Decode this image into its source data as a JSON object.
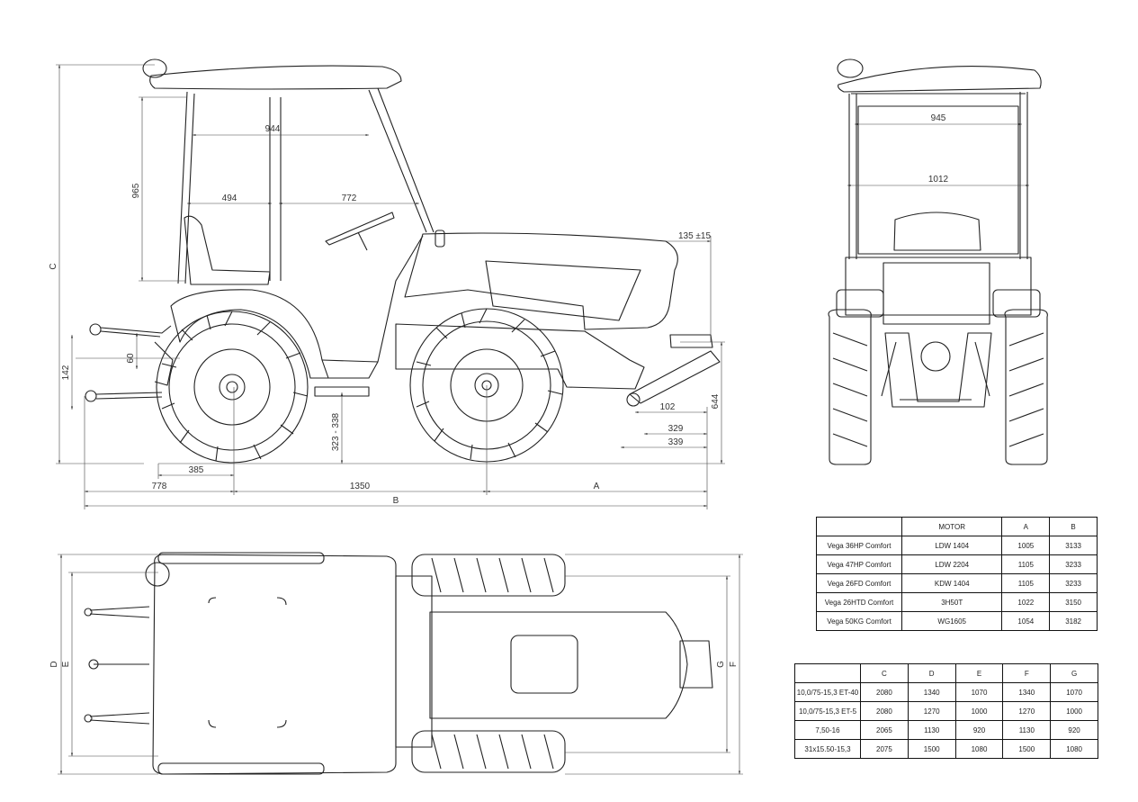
{
  "side_view": {
    "dims": {
      "cab_width_top": "944",
      "cab_height": "965",
      "seat_to_pillar": "494",
      "pillar_to_front": "772",
      "hitch_offset": "135 ±15",
      "overall_height": "C",
      "drawbar_height": "142",
      "hitch_height": "60",
      "ground_clearance": "323 - 338",
      "front_hitch_height": "644",
      "front_hitch_a": "102",
      "front_hitch_b": "329",
      "front_hitch_c": "339",
      "rear_overhang": "385",
      "rear_length": "778",
      "wheelbase": "1350",
      "front_length": "A",
      "overall_length": "B"
    }
  },
  "front_view": {
    "dims": {
      "cab_top_width": "945",
      "cab_width": "1012"
    }
  },
  "top_view": {
    "dims": {
      "d": "D",
      "e": "E",
      "g": "G",
      "f": "F"
    }
  },
  "models_table": {
    "headers": [
      "",
      "MOTOR",
      "A",
      "B"
    ],
    "rows": [
      [
        "Vega 36HP Comfort",
        "LDW 1404",
        "1005",
        "3133"
      ],
      [
        "Vega 47HP Comfort",
        "LDW 2204",
        "1105",
        "3233"
      ],
      [
        "Vega 26FD Comfort",
        "KDW 1404",
        "1105",
        "3233"
      ],
      [
        "Vega 26HTD Comfort",
        "3H50T",
        "1022",
        "3150"
      ],
      [
        "Vega 50KG Comfort",
        "WG1605",
        "1054",
        "3182"
      ]
    ]
  },
  "tires_table": {
    "headers": [
      "",
      "C",
      "D",
      "E",
      "F",
      "G"
    ],
    "rows": [
      [
        "10,0/75-15,3 ET-40",
        "2080",
        "1340",
        "1070",
        "1340",
        "1070"
      ],
      [
        "10,0/75-15,3 ET-5",
        "2080",
        "1270",
        "1000",
        "1270",
        "1000"
      ],
      [
        "7,50-16",
        "2065",
        "1130",
        "920",
        "1130",
        "920"
      ],
      [
        "31x15.50-15,3",
        "2075",
        "1500",
        "1080",
        "1500",
        "1080"
      ]
    ]
  }
}
